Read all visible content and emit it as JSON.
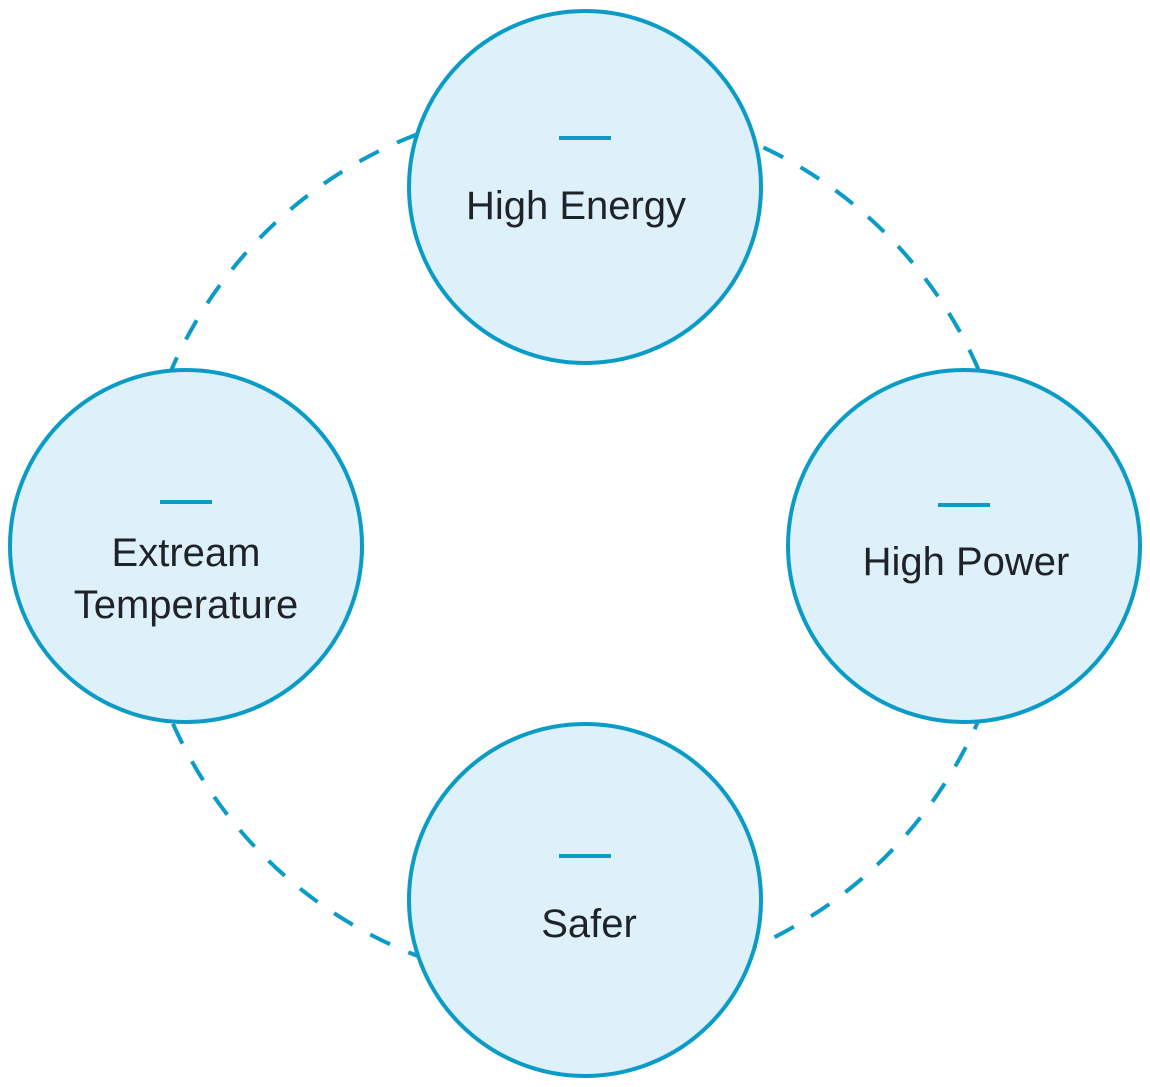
{
  "diagram": {
    "colors": {
      "stroke": "#0a9bc7",
      "fill": "#def0fa",
      "text": "#1f2328",
      "background": "#ffffff"
    },
    "nodes": {
      "high_energy": {
        "label": "High Energy"
      },
      "high_power": {
        "label": "High Power"
      },
      "safer": {
        "label": "Safer"
      },
      "extream_temperature": {
        "line1": "Extream",
        "line2": "Temperature"
      }
    }
  }
}
